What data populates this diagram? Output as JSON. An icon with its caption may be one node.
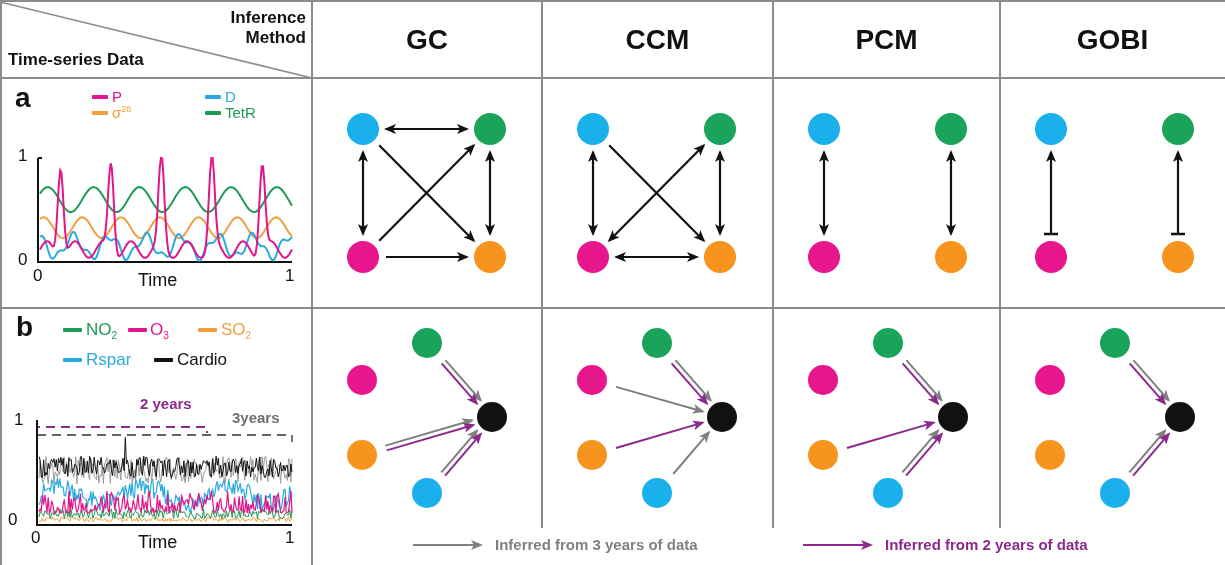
{
  "diagram": {
    "nodes": [
      {
        "text": [],
        "shape": "circle"
      },
      {
        "text": [],
        "shape": "circle"
      },
      {
        "text": [],
        "shape": "circle"
      },
      {
        "text": [],
        "shape": "circle"
      },
      {
        "text": [],
        "shape": "circle"
      },
      {
        "text": [],
        "shape": "circle"
      },
      {
        "text": [],
        "shape": "circle"
      },
      {
        "text": [],
        "shape": "circle"
      },
      {
        "text": [],
        "shape": "circle"
      },
      {
        "text": [],
        "shape": "circle"
      },
      {
        "text": [],
        "shape": "circle"
      },
      {
        "text": [],
        "shape": "circle"
      },
      {
        "text": [],
        "shape": "circle"
      },
      {
        "text": [],
        "shape": "circle"
      },
      {
        "text": [],
        "shape": "circle"
      },
      {
        "text": [],
        "shape": "circle"
      },
      {
        "text": [],
        "shape": "circle"
      },
      {
        "text": [],
        "shape": "circle"
      },
      {
        "text": [],
        "shape": "circle"
      },
      {
        "text": [],
        "shape": "circle"
      },
      {
        "text": [],
        "shape": "circle"
      },
      {
        "text": [],
        "shape": "circle"
      },
      {
        "text": [],
        "shape": "circle"
      },
      {
        "text": [],
        "shape": "circle"
      },
      {
        "text": [],
        "shape": "circle"
      },
      {
        "text": [],
        "shape": "circle"
      },
      {
        "text": [],
        "shape": "circle"
      },
      {
        "text": [],
        "shape": "circle"
      },
      {
        "text": [],
        "shape": "circle"
      },
      {
        "text": [],
        "shape": "circle"
      },
      {
        "text": [],
        "shape": "circle"
      },
      {
        "text": [],
        "shape": "circle"
      },
      {
        "text": [],
        "shape": "circle"
      },
      {
        "text": [],
        "shape": "circle"
      },
      {
        "text": [],
        "shape": "circle"
      },
      {
        "text": [],
        "shape": "circle"
      }
    ],
    "edges": [
      {
        "from": 0,
        "to": 1,
        "arrow": "both"
      },
      {
        "from": 0,
        "to": 2,
        "arrow": "both"
      },
      {
        "from": 0,
        "to": 3,
        "arrow": "to"
      },
      {
        "from": 2,
        "to": 1,
        "arrow": "to"
      },
      {
        "from": 1,
        "to": 3,
        "arrow": "both"
      },
      {
        "from": 2,
        "to": 3,
        "arrow": "to"
      },
      {
        "from": 4,
        "to": 6,
        "arrow": "both"
      },
      {
        "from": 4,
        "to": 7,
        "arrow": "to"
      },
      {
        "from": 5,
        "to": 6,
        "arrow": "both"
      },
      {
        "from": 5,
        "to": 7,
        "arrow": "both"
      },
      {
        "from": 6,
        "to": 7,
        "arrow": "both"
      },
      {
        "from": 8,
        "to": 10,
        "arrow": "both"
      },
      {
        "from": 9,
        "to": 11,
        "arrow": "both"
      },
      {
        "from": 14,
        "to": 12,
        "arrow": "to"
      },
      {
        "from": 15,
        "to": 13,
        "arrow": "to"
      },
      {
        "from": 16,
        "to": 18,
        "arrow": "to",
        "color": "#808080"
      },
      {
        "from": 16,
        "to": 18,
        "arrow": "to",
        "color": "#8b2a8c"
      },
      {
        "from": 19,
        "to": 18,
        "arrow": "to",
        "color": "#808080"
      },
      {
        "from": 19,
        "to": 18,
        "arrow": "to",
        "color": "#8b2a8c"
      },
      {
        "from": 20,
        "to": 18,
        "arrow": "to",
        "color": "#808080"
      },
      {
        "from": 20,
        "to": 18,
        "arrow": "to",
        "color": "#8b2a8c"
      },
      {
        "from": 21,
        "to": 23,
        "arrow": "to",
        "color": "#808080"
      },
      {
        "from": 21,
        "to": 23,
        "arrow": "to",
        "color": "#8b2a8c"
      },
      {
        "from": 22,
        "to": 23,
        "arrow": "to",
        "color": "#808080"
      },
      {
        "from": 24,
        "to": 23,
        "arrow": "to",
        "color": "#8b2a8c"
      },
      {
        "from": 25,
        "to": 23,
        "arrow": "to",
        "color": "#808080"
      },
      {
        "from": 26,
        "to": 28,
        "arrow": "to",
        "color": "#808080"
      },
      {
        "from": 26,
        "to": 28,
        "arrow": "to",
        "color": "#8b2a8c"
      },
      {
        "from": 29,
        "to": 28,
        "arrow": "to",
        "color": "#8b2a8c"
      },
      {
        "from": 30,
        "to": 28,
        "arrow": "to",
        "color": "#808080"
      },
      {
        "from": 30,
        "to": 28,
        "arrow": "to",
        "color": "#8b2a8c"
      },
      {
        "from": 31,
        "to": 33,
        "arrow": "to",
        "color": "#808080"
      },
      {
        "from": 31,
        "to": 33,
        "arrow": "to",
        "color": "#8b2a8c"
      },
      {
        "from": 35,
        "to": 33,
        "arrow": "to",
        "color": "#808080"
      },
      {
        "from": 35,
        "to": 33,
        "arrow": "to",
        "color": "#8b2a8c"
      }
    ],
    "labels": [
      "Inference Method",
      "Time-series Data",
      "GC",
      "CCM",
      "PCM",
      "GOBI",
      "a",
      "1",
      "0",
      "0",
      "Time",
      "1",
      "b",
      "2 years",
      "1",
      "3years",
      "0",
      "0",
      "Time",
      "1"
    ],
    "legend": [
      {
        "text": "P",
        "color": "#e0168a"
      },
      {
        "text": "σ$^{28}$",
        "color": "#f2a03d"
      },
      {
        "text": "D",
        "color": "#29abe2"
      },
      {
        "text": "TetR",
        "color": "#1f9a55"
      },
      {
        "text": "NO$_{2}$",
        "color": "#1f9a55"
      },
      {
        "text": "O$_{3}$",
        "color": "#e0168a"
      },
      {
        "text": "SO$_{2}$",
        "color": "#f2a03d"
      },
      {
        "text": "Rspar",
        "color": "#29abe2"
      },
      {
        "text": "Cardio",
        "color": "#111111"
      },
      {
        "text": "Inferred from 3 years of data",
        "color": "#808080"
      },
      {
        "text": "Inferred from 2 years of data",
        "color": "#8b2a8c"
      }
    ]
  }
}
